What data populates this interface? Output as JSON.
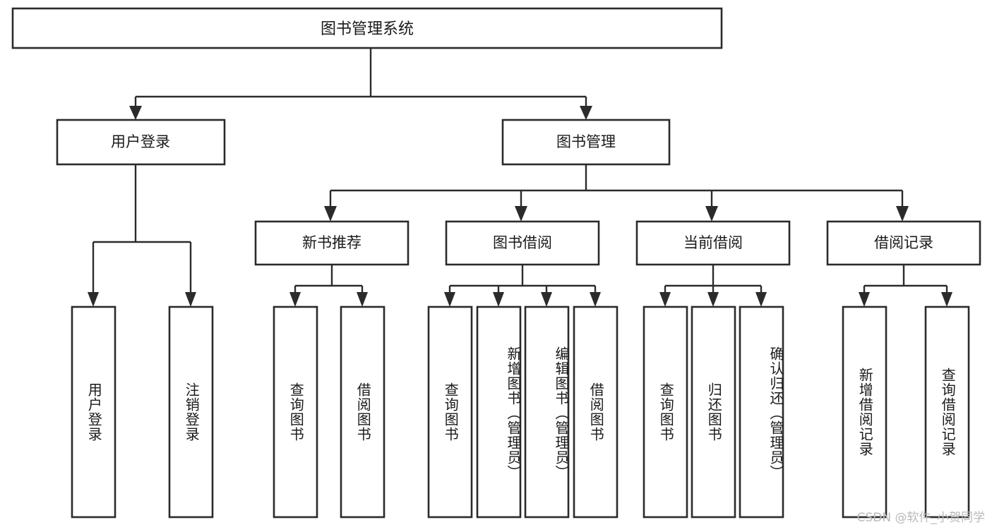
{
  "diagram": {
    "type": "tree",
    "title": "图书管理系统",
    "root": {
      "label": "图书管理系统",
      "orientation": "horizontal"
    },
    "level2": [
      {
        "label": "用户登录",
        "orientation": "horizontal"
      },
      {
        "label": "图书管理",
        "orientation": "horizontal"
      }
    ],
    "level3": [
      {
        "label": "新书推荐",
        "orientation": "horizontal"
      },
      {
        "label": "图书借阅",
        "orientation": "horizontal"
      },
      {
        "label": "当前借阅",
        "orientation": "horizontal"
      },
      {
        "label": "借阅记录",
        "orientation": "horizontal"
      }
    ],
    "leaves": {
      "user_login": [
        {
          "label": "用户登录",
          "orientation": "vertical"
        },
        {
          "label": "注销登录",
          "orientation": "vertical"
        }
      ],
      "new_book_recommend": [
        {
          "label": "查询图书",
          "orientation": "vertical"
        },
        {
          "label": "借阅图书",
          "orientation": "vertical"
        }
      ],
      "book_borrow": [
        {
          "label": "查询图书",
          "orientation": "vertical"
        },
        {
          "label": "新增图书（管理员）",
          "orientation": "vertical"
        },
        {
          "label": "编辑图书（管理员）",
          "orientation": "vertical"
        },
        {
          "label": "借阅图书",
          "orientation": "vertical"
        }
      ],
      "current_borrow": [
        {
          "label": "查询图书",
          "orientation": "vertical"
        },
        {
          "label": "归还图书",
          "orientation": "vertical"
        },
        {
          "label": "确认归还（管理员）",
          "orientation": "vertical"
        }
      ],
      "borrow_record": [
        {
          "label": "新增借阅记录",
          "orientation": "vertical"
        },
        {
          "label": "查询借阅记录",
          "orientation": "vertical"
        }
      ]
    }
  },
  "watermark": {
    "text": "CSDN @软件_小贺同学"
  },
  "colors": {
    "box_stroke": "#2b2b2b",
    "box_fill": "#ffffff",
    "text": "#1a1a1a",
    "link": "#2b2b2b",
    "watermark": "#b9b9b9",
    "background": "#ffffff"
  }
}
